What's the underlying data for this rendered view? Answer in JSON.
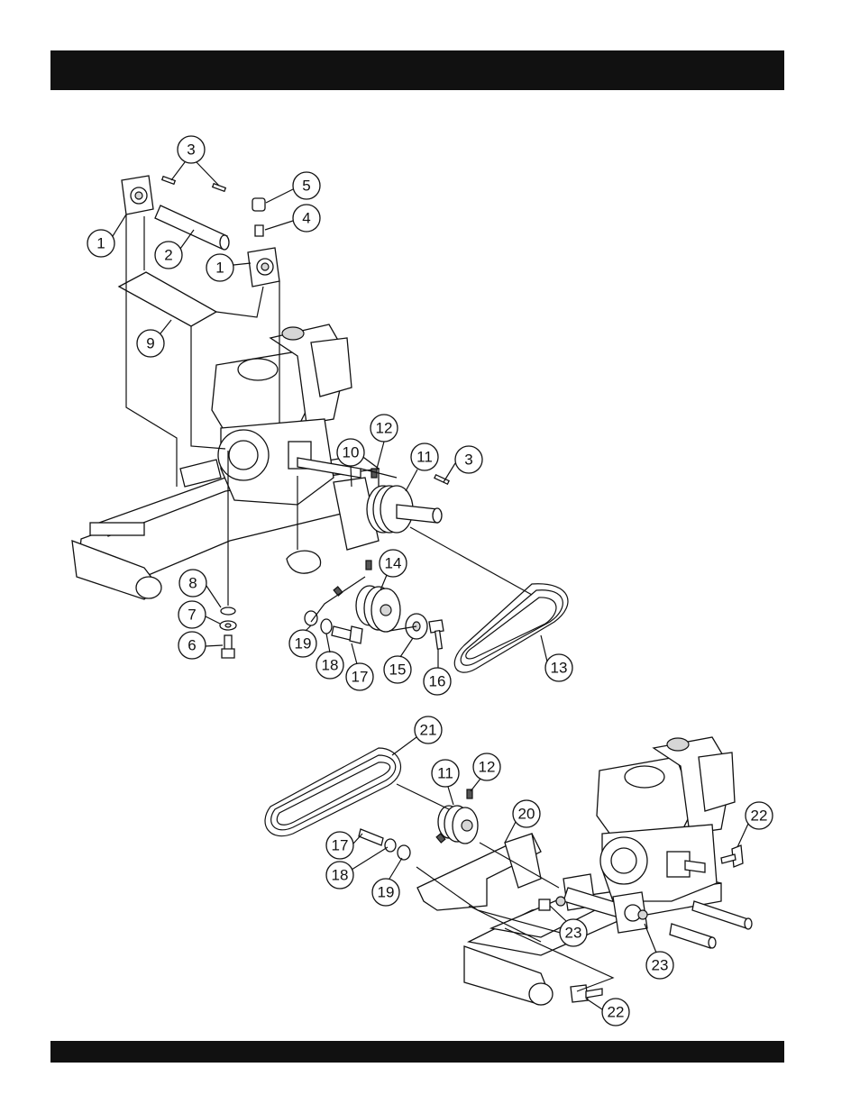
{
  "header": {
    "title": ""
  },
  "footer": {
    "text": ""
  },
  "diagram_upper": {
    "callouts": [
      "1",
      "2",
      "3",
      "5",
      "4",
      "1",
      "9",
      "12",
      "10",
      "11",
      "3",
      "14",
      "8",
      "7",
      "6",
      "19",
      "18",
      "17",
      "15",
      "16",
      "13"
    ]
  },
  "diagram_lower": {
    "callouts": [
      "21",
      "11",
      "12",
      "20",
      "22",
      "17",
      "18",
      "19",
      "23",
      "23",
      "22"
    ]
  }
}
